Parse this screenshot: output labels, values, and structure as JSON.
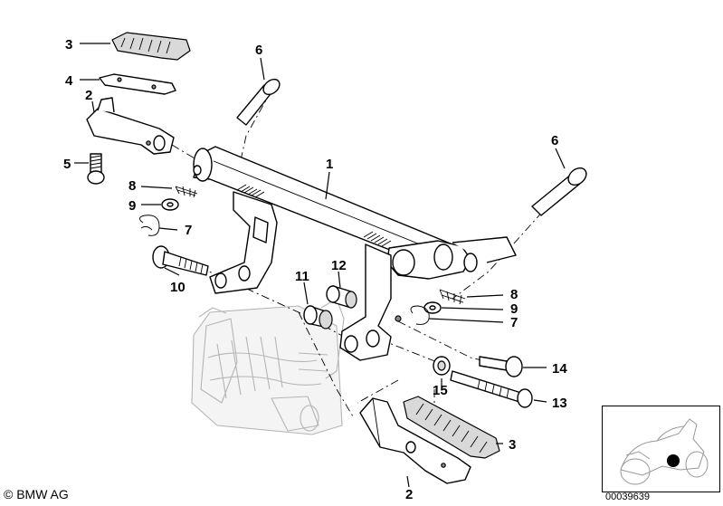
{
  "diagram": {
    "callouts": [
      {
        "key": "c3a",
        "text": "3"
      },
      {
        "key": "c4",
        "text": "4"
      },
      {
        "key": "c2a",
        "text": "2"
      },
      {
        "key": "c5",
        "text": "5"
      },
      {
        "key": "c6a",
        "text": "6"
      },
      {
        "key": "c1",
        "text": "1"
      },
      {
        "key": "c6b",
        "text": "6"
      },
      {
        "key": "c8a",
        "text": "8"
      },
      {
        "key": "c9a",
        "text": "9"
      },
      {
        "key": "c7a",
        "text": "7"
      },
      {
        "key": "c10",
        "text": "10"
      },
      {
        "key": "c11",
        "text": "11"
      },
      {
        "key": "c12",
        "text": "12"
      },
      {
        "key": "c8b",
        "text": "8"
      },
      {
        "key": "c9b",
        "text": "9"
      },
      {
        "key": "c7b",
        "text": "7"
      },
      {
        "key": "c14",
        "text": "14"
      },
      {
        "key": "c15",
        "text": "15"
      },
      {
        "key": "c13",
        "text": "13"
      },
      {
        "key": "c3b",
        "text": "3"
      },
      {
        "key": "c2b",
        "text": "2"
      }
    ]
  },
  "footer": {
    "copyright": "© BMW AG",
    "doc_number": "00039639"
  },
  "thumbnail": {
    "marker_color": "#000000"
  }
}
